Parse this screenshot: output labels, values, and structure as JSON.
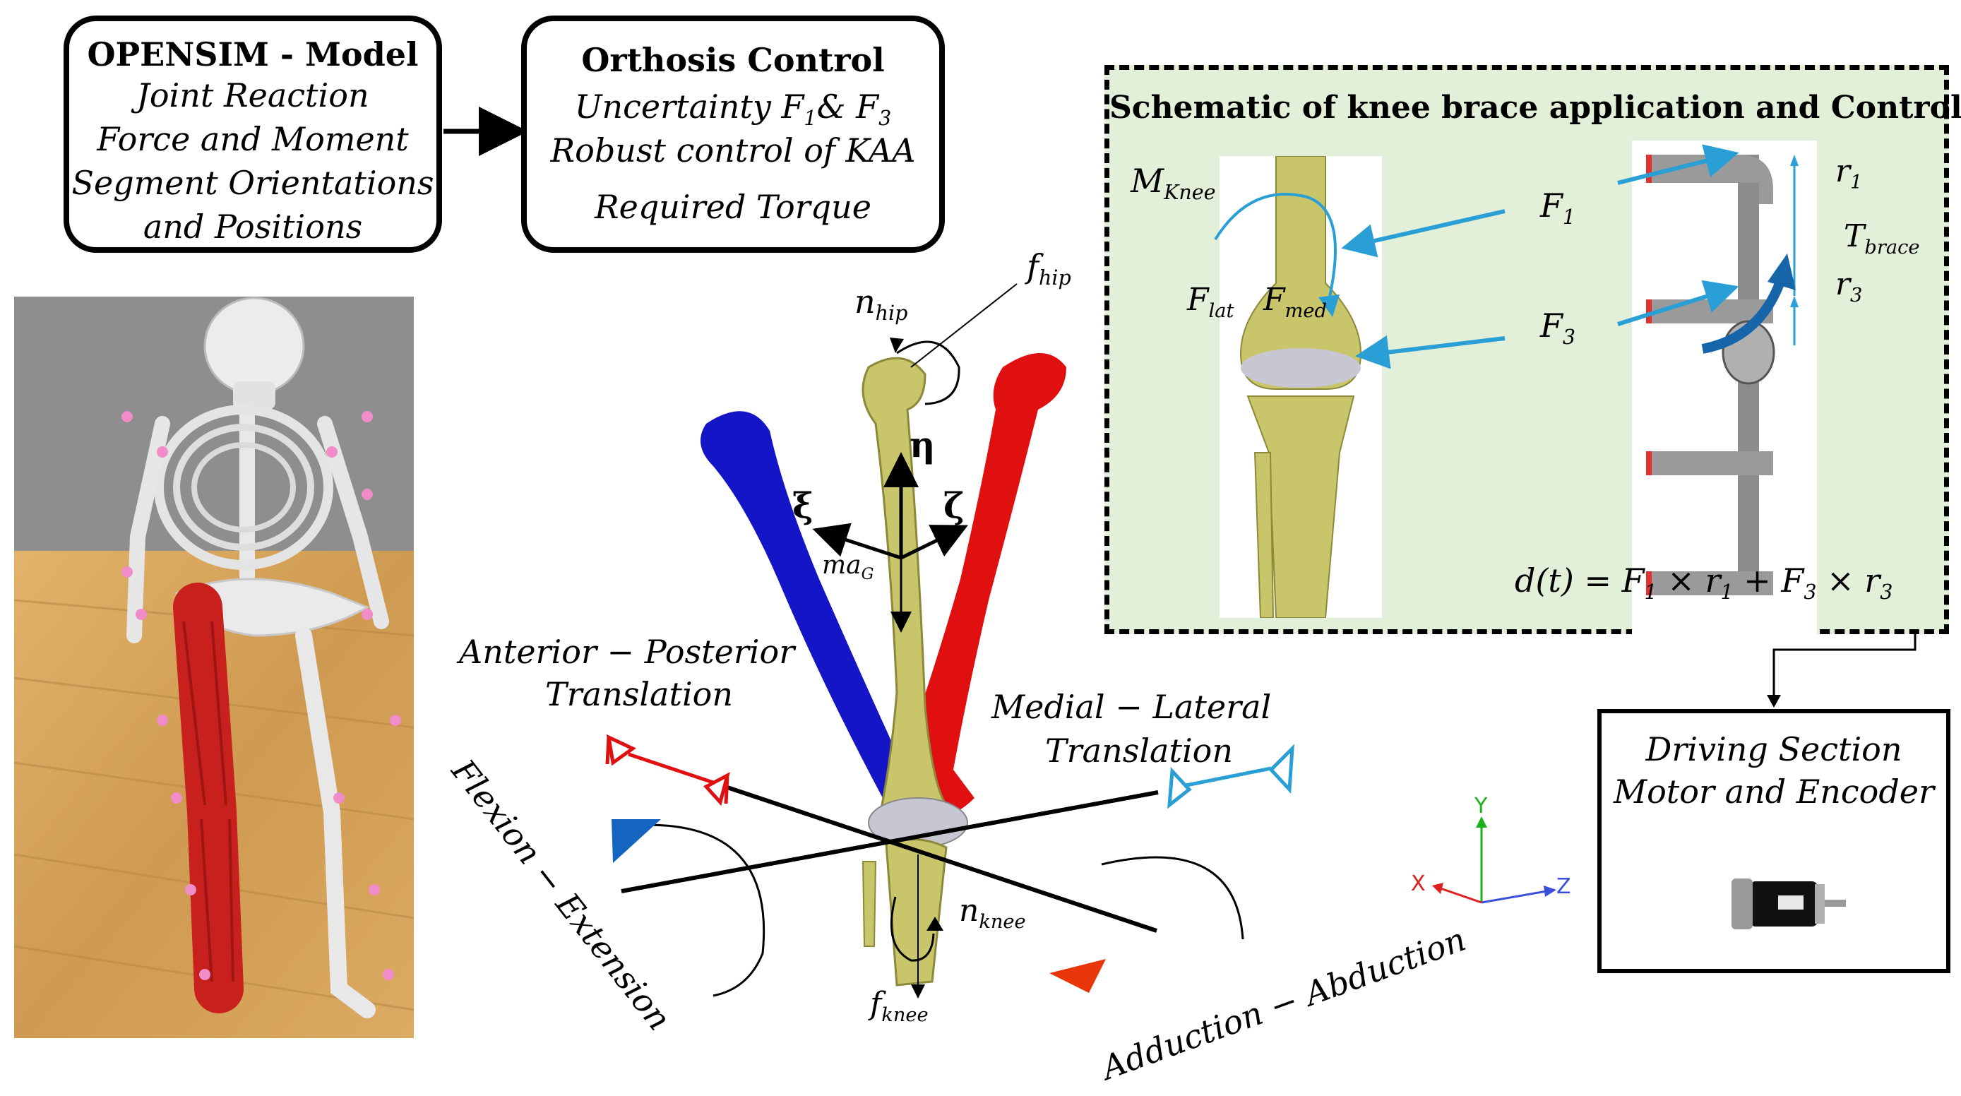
{
  "top_left_box": {
    "title": "OPENSIM - Model",
    "lines": [
      "Joint Reaction",
      "Force and Moment",
      "Segment Orientations",
      "and Positions"
    ]
  },
  "top_mid_box": {
    "title": "Orthosis Control",
    "line1_prefix": "Uncertainty F",
    "line1_sub1": "1",
    "line1_mid": "& F",
    "line1_sub2": "3",
    "line2": "Robust control of KAA",
    "line3": "Required Torque"
  },
  "schematic": {
    "title": "Schematic of knee brace application and Control",
    "m_knee": {
      "base": "M",
      "sub": "Knee"
    },
    "f1": {
      "base": "F",
      "sub": "1"
    },
    "f3": {
      "base": "F",
      "sub": "3"
    },
    "f_lat": {
      "base": "F",
      "sub": "lat"
    },
    "f_med": {
      "base": "F",
      "sub": "med"
    },
    "r1": {
      "base": "r",
      "sub": "1"
    },
    "r3": {
      "base": "r",
      "sub": "3"
    },
    "t_brace": {
      "base": "T",
      "sub": "brace"
    },
    "equation": {
      "p1": "d(t) = F",
      "s1": "1",
      "p2": " × r",
      "s2": "1",
      "p3": " + F",
      "s3": "3",
      "p4": " × r",
      "s4": "3"
    }
  },
  "driving_box": {
    "line1": "Driving Section",
    "line2": "Motor and  Encoder"
  },
  "bone_labels": {
    "n_hip": {
      "base": "n",
      "sub": "hip"
    },
    "f_hip": {
      "base": "f",
      "sub": "hip"
    },
    "eta": "η",
    "xi": "ξ",
    "zeta": "ζ",
    "ma_g": {
      "base": "ma",
      "sub": "G"
    },
    "n_knee": {
      "base": "n",
      "sub": "knee"
    },
    "f_knee": {
      "base": "f",
      "sub": "knee"
    }
  },
  "motion_labels": {
    "ap_line1": "Anterior − Posterior",
    "ap_line2": "Translation",
    "ml_line1": "Medial − Lateral",
    "ml_line2": "Translation",
    "flexion": "Flexion − Extension",
    "adduction": "Adduction − Abduction"
  },
  "axes": {
    "x": "X",
    "y": "Y",
    "z": "Z"
  },
  "colors": {
    "bone_yellow": "#c8c56a",
    "bone_blue": "#1515c8",
    "bone_red": "#e01010",
    "arrow_blue": "#2a9fd6",
    "dark_blue": "#1565a8",
    "muscle_red": "#c8201c",
    "panel_green": "#e2efd9",
    "floor_wood": "#d9a55a",
    "sky_gray": "#8a8a8a"
  }
}
